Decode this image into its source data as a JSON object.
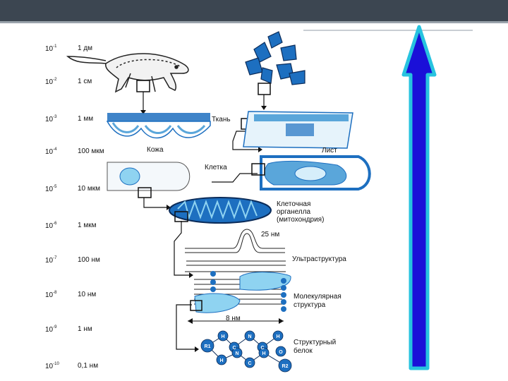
{
  "scale": [
    {
      "exp_base": "10",
      "exp": "-1",
      "size": "1 дм"
    },
    {
      "exp_base": "10",
      "exp": "-2",
      "size": "1 см"
    },
    {
      "exp_base": "10",
      "exp": "-3",
      "size": "1 мм"
    },
    {
      "exp_base": "10",
      "exp": "-4",
      "size": "100 мкм"
    },
    {
      "exp_base": "10",
      "exp": "-5",
      "size": "10 мкм"
    },
    {
      "exp_base": "10",
      "exp": "-6",
      "size": "1 мкм"
    },
    {
      "exp_base": "10",
      "exp": "-7",
      "size": "100 нм"
    },
    {
      "exp_base": "10",
      "exp": "-8",
      "size": "10 нм"
    },
    {
      "exp_base": "10",
      "exp": "-9",
      "size": "1 нм"
    },
    {
      "exp_base": "10",
      "exp": "-10",
      "size": "0,1 нм"
    }
  ],
  "labels": {
    "tissue": "Ткань",
    "skin": "Кожа",
    "leaf": "Лист",
    "cell": "Клетка",
    "organelle_1": "Клеточная",
    "organelle_2": "органелла",
    "organelle_3": "(митохондрия)",
    "membrane_size": "25 нм",
    "ultrastructure": "Ультраструктура",
    "molecular_1": "Молекулярная",
    "molecular_2": "структура",
    "width_8nm": "8 нм",
    "protein_1": "Структурный",
    "protein_2": "белок"
  },
  "atoms": {
    "r1": "R1",
    "r2": "R2",
    "h": "H",
    "c": "C",
    "n": "N",
    "o": "O"
  },
  "colors": {
    "arrow_fill": "#1a10d8",
    "arrow_outline": "#27c3df",
    "cell_blue": "#1d6fc0",
    "light_blue": "#8fd3f1",
    "bar": "#3c4651"
  }
}
